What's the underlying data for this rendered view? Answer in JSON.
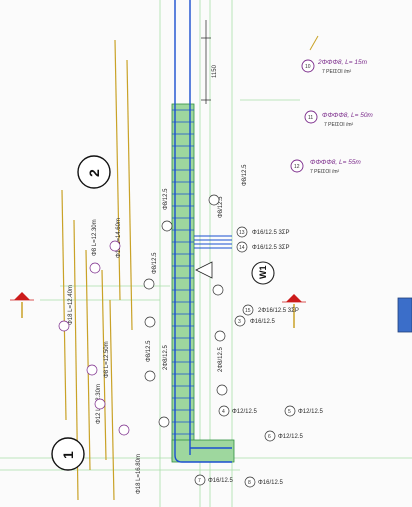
{
  "grid_labels": {
    "axis_1": "1",
    "axis_2": "2"
  },
  "wall_label": "W1",
  "dimension_top": "1150",
  "legend": [
    {
      "num": "10",
      "text": "2ΦΦΦ8, L= 15m",
      "sub": "7 ΡΕΙΣΟΙ /m²"
    },
    {
      "num": "11",
      "text": "ΦΦΦΦ8, L= 50m",
      "sub": "7 ΡΕΙΣΟΙ /m²"
    },
    {
      "num": "12",
      "text": "ΦΦΦΦ8, L= 55m",
      "sub": "7 ΡΕΙΣΟΙ /m²"
    }
  ],
  "right_labels": [
    {
      "num": "13",
      "text": "Φ16/12.5 3ΣΡ"
    },
    {
      "num": "14",
      "text": "Φ16/12.5 3ΣΡ"
    },
    {
      "num": "15",
      "text": "2Φ16/12.5 3ΣΡ"
    },
    {
      "num": "3",
      "text": "Φ16/12.5"
    },
    {
      "num": "4",
      "text": "Φ12/12.5"
    },
    {
      "num": "5",
      "text": "Φ12/12.5"
    },
    {
      "num": "6",
      "text": "Φ12/12.5"
    },
    {
      "num": "7",
      "text": "Φ16/12.5"
    },
    {
      "num": "8",
      "text": "Φ16/12.5"
    }
  ],
  "left_rebar": [
    "Φ18 L=12.40m",
    "Φ8 L=12.30m",
    "Φ8 L=12.50m",
    "Φ18 L=14.60m",
    "Φ18 L=16.80m",
    "Φ12 L=12.30m"
  ],
  "vertical_labels": [
    "Φ8/12.5",
    "Φ8/12.5",
    "Φ8/12.5",
    "Φ8/12.5",
    "2Φ8/12.5",
    "Φ8/12.5",
    "2Φ8/12.5"
  ],
  "colors": {
    "wall_fill": "#9ed79e",
    "rebar_blue": "#1a4fd0",
    "gold": "#c9a227",
    "purple": "#7a2a8a",
    "red_marker": "#cc1b1b",
    "blue_square": "#3b6ec9"
  }
}
